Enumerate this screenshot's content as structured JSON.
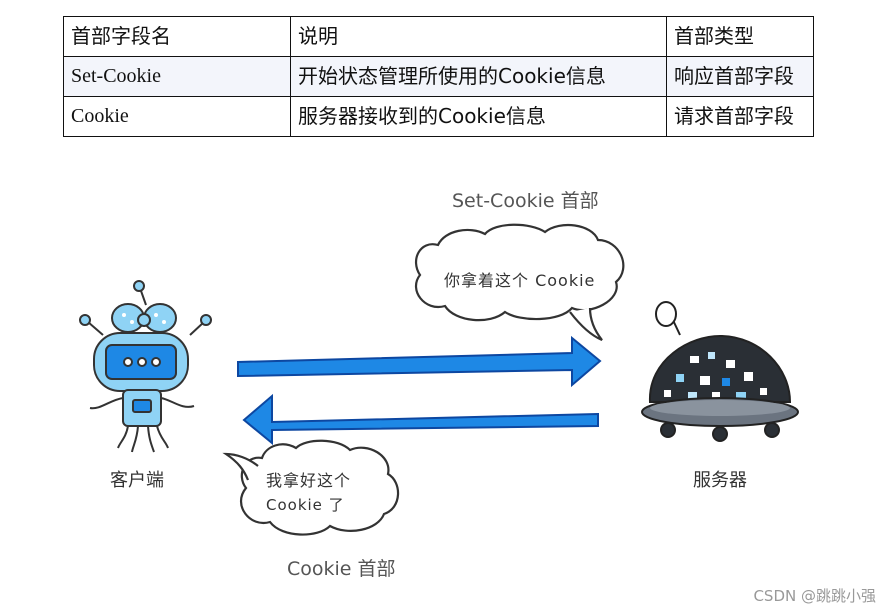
{
  "table": {
    "headers": [
      "首部字段名",
      "说明",
      "首部类型"
    ],
    "rows": [
      [
        "Set-Cookie",
        "开始状态管理所使用的Cookie信息",
        "响应首部字段"
      ],
      [
        "Cookie",
        "服务器接收到的Cookie信息",
        "请求首部字段"
      ]
    ]
  },
  "diagram": {
    "set_cookie_label": "Set-Cookie 首部",
    "cookie_label": "Cookie 首部",
    "client_label": "客户端",
    "server_label": "服务器",
    "server_bubble": "你拿着这个 Cookie",
    "client_bubble_line1": "我拿好这个",
    "client_bubble_line2": "Cookie 了"
  },
  "colors": {
    "arrow": "#1e88e5",
    "client_body": "#8fd3f5",
    "server_body": "#2a2f35"
  },
  "icons": {
    "client": "robot-client-illustration",
    "server": "robot-server-illustration"
  },
  "watermark": "CSDN @跳跳小强"
}
